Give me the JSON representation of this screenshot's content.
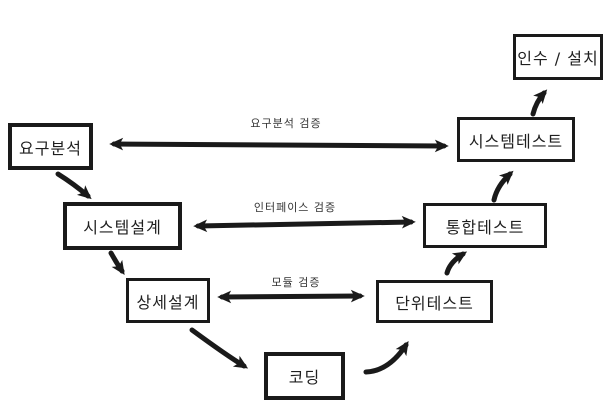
{
  "diagram": {
    "type": "flowchart",
    "model": "V-model",
    "colors": {
      "background": "#ffffff",
      "stroke": "#1a1a1a",
      "node_text": "#1f1f1f",
      "edge_label_text": "#333333"
    },
    "nodes": [
      {
        "id": "requirements-analysis",
        "label": "요구분석"
      },
      {
        "id": "system-design",
        "label": "시스템설계"
      },
      {
        "id": "detailed-design",
        "label": "상세설계"
      },
      {
        "id": "coding",
        "label": "코딩"
      },
      {
        "id": "unit-test",
        "label": "단위테스트"
      },
      {
        "id": "integration-test",
        "label": "통합테스트"
      },
      {
        "id": "system-test",
        "label": "시스템테스트"
      },
      {
        "id": "acceptance-install",
        "label": "인수 / 설치"
      }
    ],
    "edge_labels": [
      {
        "id": "requirements-verification",
        "label": "요구분석 검증"
      },
      {
        "id": "interface-verification",
        "label": "인터페이스 검증"
      },
      {
        "id": "module-verification",
        "label": "모듈 검증"
      }
    ]
  }
}
